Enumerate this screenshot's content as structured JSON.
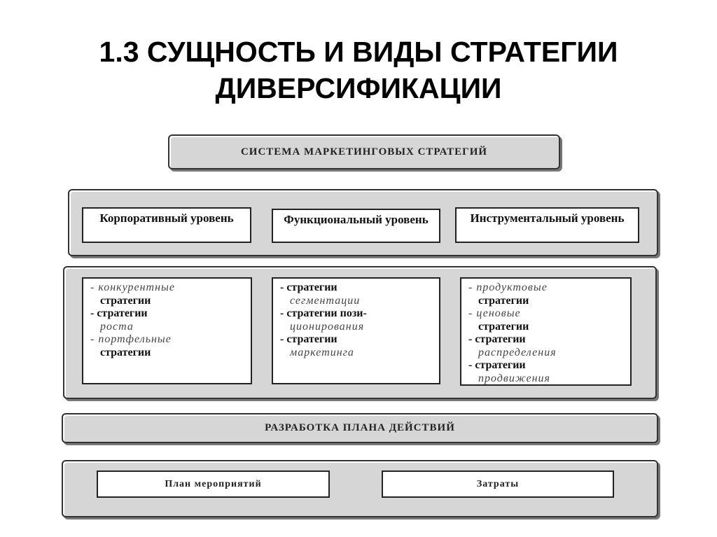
{
  "title": {
    "line1": "1.3 СУЩНОСТЬ И ВИДЫ СТРАТЕГИИ",
    "line2": "ДИВЕРСИФИКАЦИИ"
  },
  "system": "СИСТЕМА МАРКЕТИНГОВЫХ СТРАТЕГИЙ",
  "levels": [
    "Корпоративный уровень",
    "Функциональный уровень",
    "Инструментальный уровень"
  ],
  "columns": [
    [
      [
        "- конкурентные",
        "i"
      ],
      [
        "стратегии",
        "b"
      ],
      [
        "- стратегии",
        ""
      ],
      [
        "роста",
        "bi"
      ],
      [
        "- портфельные",
        "i"
      ],
      [
        "стратегии",
        "b"
      ]
    ],
    [
      [
        "- стратегии",
        ""
      ],
      [
        "сегментации",
        "bi"
      ],
      [
        "- стратегии пози-",
        ""
      ],
      [
        "ционирования",
        "bi"
      ],
      [
        "- стратегии",
        ""
      ],
      [
        "маркетинга",
        "bi"
      ]
    ],
    [
      [
        "- продуктовые",
        "i"
      ],
      [
        "стратегии",
        "b"
      ],
      [
        "- ценовые",
        "i"
      ],
      [
        "стратегии",
        "b"
      ],
      [
        "- стратегии",
        ""
      ],
      [
        "распределения",
        "bi"
      ],
      [
        "- стратегии",
        ""
      ],
      [
        "продвижения",
        "bi"
      ]
    ]
  ],
  "plan": "РАЗРАБОТКА ПЛАНА ДЕЙСТВИЙ",
  "bottom": [
    "План мероприятий",
    "Затраты"
  ]
}
